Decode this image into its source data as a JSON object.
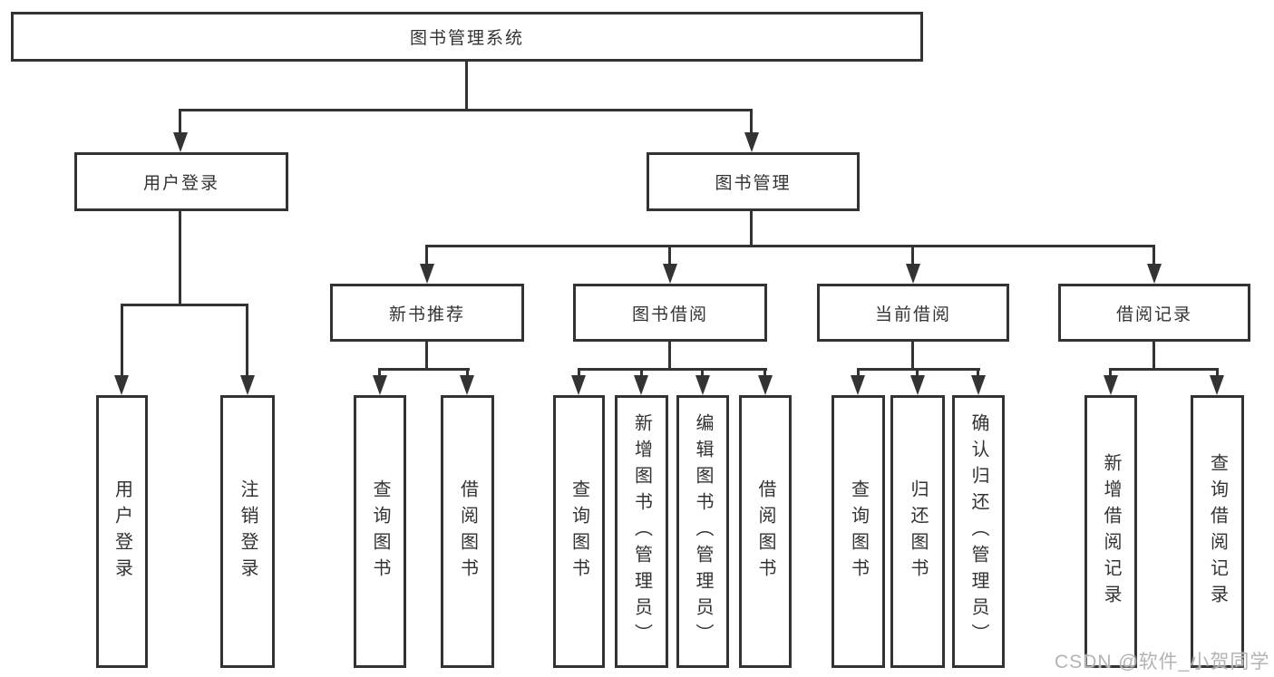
{
  "diagram_type": "hierarchy-tree",
  "colors": {
    "line": "#333333",
    "text": "#333333",
    "box_background": "#ffffff",
    "watermark": "#b3b3b3",
    "page_background": "#ffffff"
  },
  "tree": {
    "root": "图书管理系统",
    "branches": [
      {
        "label": "用户登录",
        "children": [
          "用户登录",
          "注销登录"
        ]
      },
      {
        "label": "图书管理",
        "sections": [
          {
            "label": "新书推荐",
            "children": [
              "查询图书",
              "借阅图书"
            ]
          },
          {
            "label": "图书借阅",
            "children": [
              "查询图书",
              "新增图书（管理员）",
              "编辑图书（管理员）",
              "借阅图书"
            ]
          },
          {
            "label": "当前借阅",
            "children": [
              "查询图书",
              "归还图书",
              "确认归还（管理员）"
            ]
          },
          {
            "label": "借阅记录",
            "children": [
              "新增借阅记录",
              "查询借阅记录"
            ]
          }
        ]
      }
    ]
  },
  "watermark": {
    "text": "CSDN @软件_小贺同学"
  }
}
